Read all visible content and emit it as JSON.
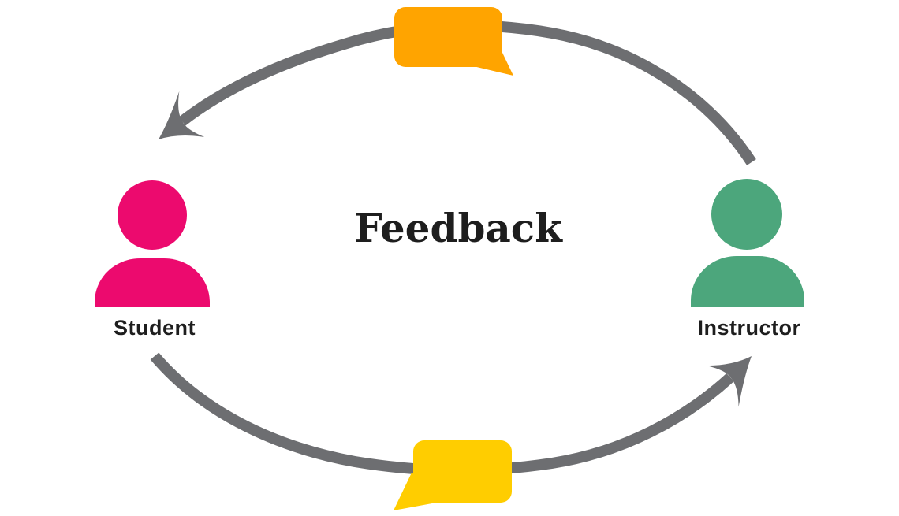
{
  "diagram": {
    "title": "Feedback",
    "student": {
      "label": "Student"
    },
    "instructor": {
      "label": "Instructor"
    },
    "flow": {
      "top_arrow": "instructor-to-student",
      "bottom_arrow": "student-to-instructor"
    }
  },
  "colors": {
    "student": "#EC0A6E",
    "instructor": "#4CA67C",
    "top_bubble": "#FFA400",
    "bottom_bubble": "#FFCD00",
    "arrow": "#6D6E71",
    "background": "#FFFFFF",
    "text": "#1E1E1E"
  }
}
